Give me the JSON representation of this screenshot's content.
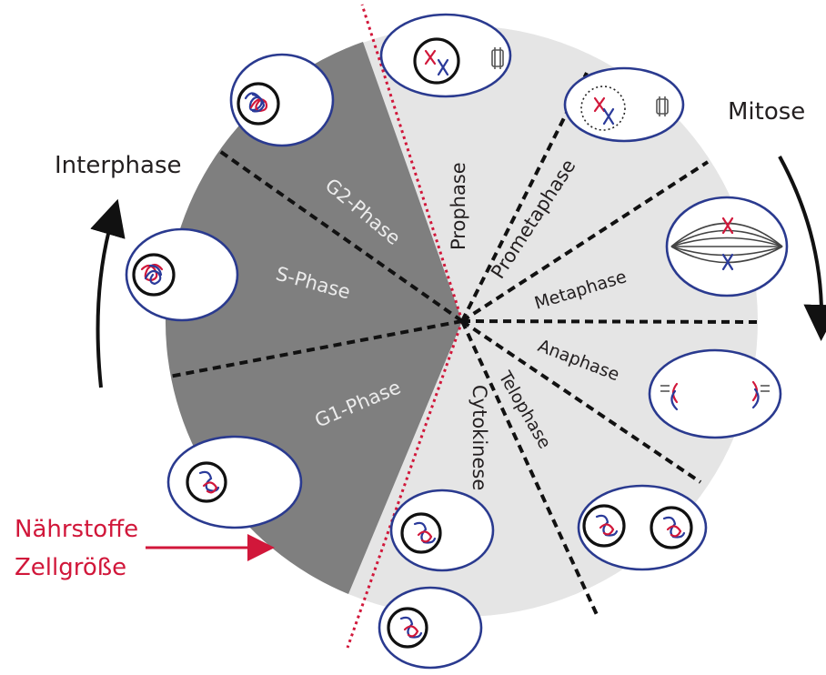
{
  "title": "",
  "colors": {
    "interphase_sector": "#7f7f7f",
    "mitosis_sector": "#e5e5e5",
    "cell_outline": "#2a3a8f",
    "chromosome_blue": "#2a3a9a",
    "chromosome_red": "#d1173a",
    "boundary_red": "#d1173a",
    "label_light": "#ececec",
    "label_dark": "#231f20"
  },
  "labels": {
    "interphase": "Interphase",
    "mitose": "Mitose",
    "naehrstoffe": "Nährstoffe",
    "zellgroesse": "Zellgröße"
  },
  "phases": {
    "g2": "G2-Phase",
    "s": "S-Phase",
    "g1": "G1-Phase",
    "prophase": "Prophase",
    "prometaphase": "Prometaphase",
    "metaphase": "Metaphase",
    "anaphase": "Anaphase",
    "telophase": "Telophase",
    "cytokinese": "Cytokinese"
  }
}
